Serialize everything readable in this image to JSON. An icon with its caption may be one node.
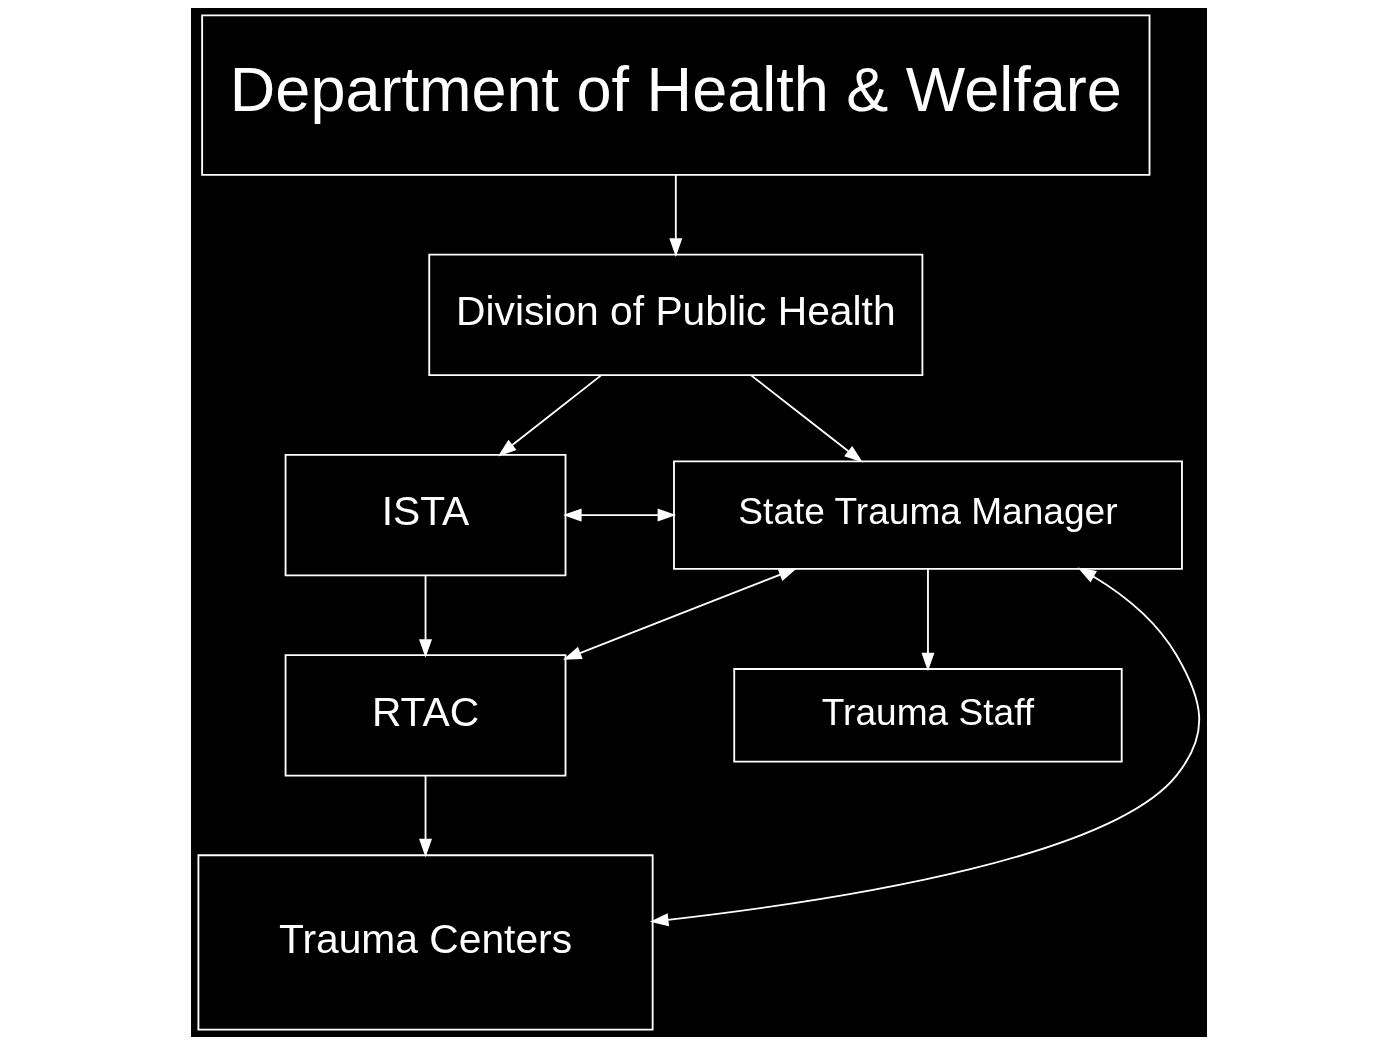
{
  "diagram": {
    "nodes": [
      {
        "text": [
          "Department of Health & Welfare"
        ]
      },
      {
        "text": [
          "Division of Public Health"
        ]
      },
      {
        "text": [
          "ISTA"
        ]
      },
      {
        "text": [
          "State Trauma Manager"
        ]
      },
      {
        "text": [
          "RTAC"
        ]
      },
      {
        "text": [
          "Trauma Staff"
        ]
      },
      {
        "text": [
          "Trauma Centers"
        ]
      }
    ],
    "edges": [
      {
        "from": 0,
        "to": 1,
        "arrow": "to"
      },
      {
        "from": 1,
        "to": 2,
        "arrow": "to"
      },
      {
        "from": 1,
        "to": 3,
        "arrow": "to"
      },
      {
        "from": 2,
        "to": 3,
        "arrow": "both"
      },
      {
        "from": 2,
        "to": 4,
        "arrow": "to"
      },
      {
        "from": 4,
        "to": 3,
        "arrow": "both"
      },
      {
        "from": 4,
        "to": 6,
        "arrow": "to"
      },
      {
        "from": 6,
        "to": 3,
        "arrow": "both"
      },
      {
        "from": 3,
        "to": 5,
        "arrow": "to"
      }
    ]
  }
}
